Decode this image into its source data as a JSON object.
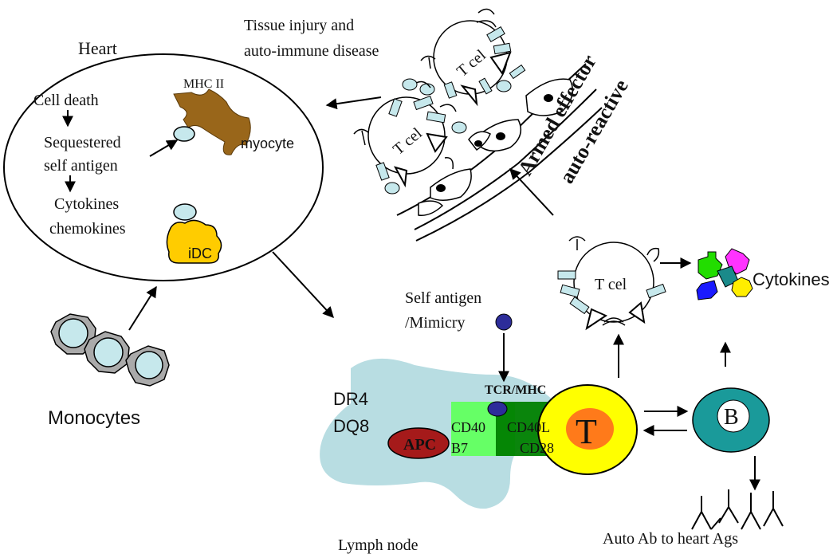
{
  "labels": {
    "heart": "Heart",
    "mhc_ii": "MHC II",
    "cell_death": "Cell death",
    "sequestered": "Sequestered",
    "self_antigen": "self antigen",
    "myocyte": "myocyte",
    "cytokines_heart": "Cytokines",
    "chemokines": "chemokines",
    "idc": "iDC",
    "tissue_injury": "Tissue injury  and",
    "autoimmune_disease": "auto-immune disease",
    "armed_effector": "Armed effector",
    "auto_reactive": "auto-reactive",
    "tcell_label": "T cel",
    "cytokines": "Cytokines",
    "self_antigen_top": "Self antigen",
    "mimicry": "/Mimicry",
    "tcr_mhc": "TCR/MHC",
    "dr4": "DR4",
    "dq8": "DQ8",
    "apc": "APC",
    "cd40": "CD40",
    "b7": "B7",
    "cd40l": "CD40L",
    "cd28": "CD28",
    "t": "T",
    "b": "B",
    "monocytes": "Monocytes",
    "lymph_node": "Lymph node",
    "auto_ab": "Auto Ab to heart Ags"
  },
  "colors": {
    "cell_fill": "#c6e8ec",
    "myocyte": "#99661a",
    "idc": "#ffcc00",
    "lymph_node": "#b8dde2",
    "apc": "#a51a1a",
    "t_cell_outer": "#ffff00",
    "t_cell_inner": "#ff7a1a",
    "b_cell": "#1a9a9a",
    "cd_light_green": "#66ff66",
    "cd_dark_green": "#008000",
    "self_antigen_dot": "#2d2d9a",
    "monocyte_outer": "#aaaaaa"
  }
}
